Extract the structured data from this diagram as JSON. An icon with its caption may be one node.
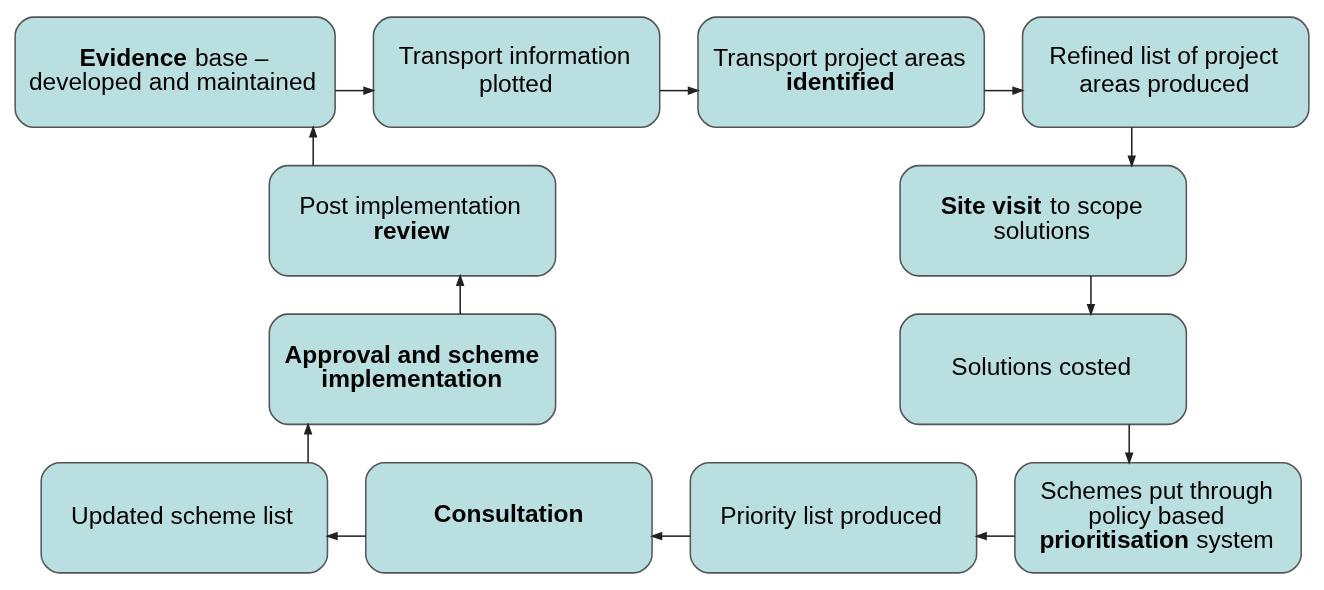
{
  "diagram": {
    "nodes": [
      {
        "text": [
          "**Evidence** base – developed and maintained"
        ]
      },
      {
        "text": [
          "Transport information plotted"
        ]
      },
      {
        "text": [
          "Transport project areas **identified**"
        ]
      },
      {
        "text": [
          "Refined list of project areas produced"
        ]
      },
      {
        "text": [
          "Post implementation **review**"
        ]
      },
      {
        "text": [
          "**Site visit** to scope solutions"
        ]
      },
      {
        "text": [
          "Approval and scheme implementation"
        ]
      },
      {
        "text": [
          "Solutions costed"
        ]
      },
      {
        "text": [
          "Updated scheme list"
        ]
      },
      {
        "text": [
          "Consultation"
        ]
      },
      {
        "text": [
          "Priority list produced"
        ]
      },
      {
        "text": [
          "Schemes put through policy based **prioritisation** system"
        ]
      }
    ],
    "edges": [
      {
        "from": 0,
        "to": 1,
        "arrow": "to"
      },
      {
        "from": 1,
        "to": 2,
        "arrow": "to"
      },
      {
        "from": 2,
        "to": 3,
        "arrow": "to"
      },
      {
        "from": 3,
        "to": 5,
        "arrow": "to"
      },
      {
        "from": 5,
        "to": 7,
        "arrow": "to"
      },
      {
        "from": 7,
        "to": 11,
        "arrow": "to"
      },
      {
        "from": 11,
        "to": 10,
        "arrow": "to"
      },
      {
        "from": 10,
        "to": 9,
        "arrow": "to"
      },
      {
        "from": 9,
        "to": 8,
        "arrow": "to"
      },
      {
        "from": 8,
        "to": 6,
        "arrow": "to"
      },
      {
        "from": 6,
        "to": 4,
        "arrow": "to"
      },
      {
        "from": 4,
        "to": 0,
        "arrow": "to"
      }
    ]
  }
}
